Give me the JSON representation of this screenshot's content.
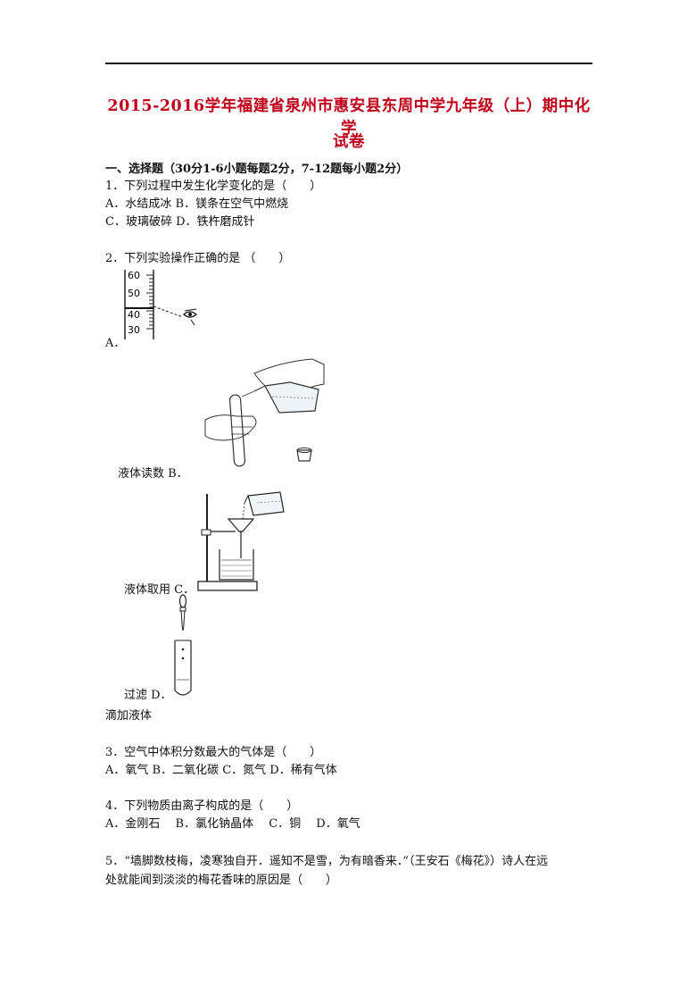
{
  "header": {
    "title_line1": "2015-2016学年福建省泉州市惠安县东周中学九年级（上）期中化学",
    "title_line2": "试卷"
  },
  "section1": {
    "heading": "一、选择题（30分1-6小题每题2分，7-12题每小题2分）"
  },
  "q1": {
    "stem": "1．下列过程中发生化学变化的是（　　）",
    "options_line1": "A．水结成冰 B．镁条在空气中燃烧",
    "options_line2": "C．玻璃破碎 D．铁杵磨成针"
  },
  "q2": {
    "stem": "2．下列实验操作正确的是 （　　）",
    "label_a": "A．",
    "cap_a": "液体读数 B．",
    "cap_b": "液体取用 C．",
    "cap_c": "过滤 D．",
    "cap_d": "滴加液体",
    "cylinder_ticks": [
      "60",
      "50",
      "40",
      "30"
    ]
  },
  "q3": {
    "stem": "3．空气中体积分数最大的气体是（　　）",
    "options": "A．氧气 B．二氧化碳 C．氮气 D．稀有气体"
  },
  "q4": {
    "stem": "4．下列物质由离子构成的是（　　）",
    "options": "A．金刚石　 B．氯化钠晶体　 C．铜　 D．氧气"
  },
  "q5": {
    "stem_line1": "5．“墙脚数枝梅，凌寒独自开．遥知不是雪，为有暗香来．”（王安石《梅花》）诗人在远",
    "stem_line2": "处就能闻到淡淡的梅花香味的原因是（　　）"
  }
}
